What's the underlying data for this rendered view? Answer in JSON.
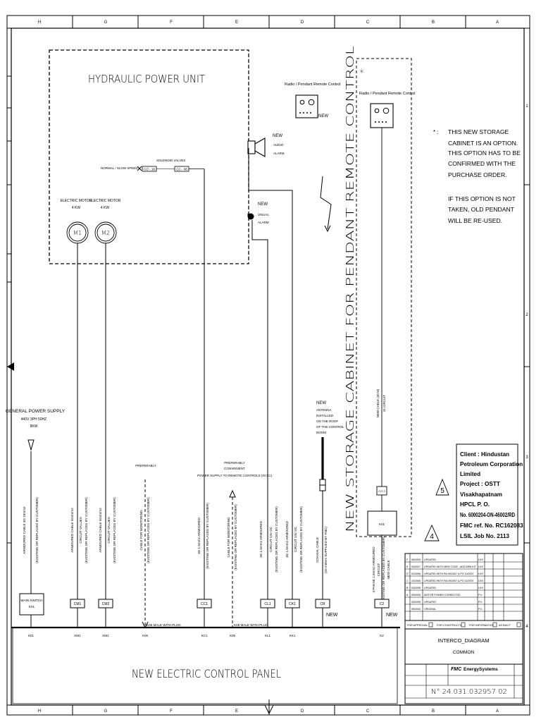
{
  "border": {
    "top_zones": [
      "H",
      "G",
      "F",
      "E",
      "D",
      "C",
      "B",
      "A"
    ],
    "bottom_zones": [
      "H",
      "G",
      "F",
      "E",
      "D",
      "C",
      "B",
      "A"
    ],
    "right_rows": [
      "1",
      "2",
      "3",
      "4"
    ]
  },
  "hpu": {
    "title": "HYDRAULIC POWER UNIT",
    "solenoid_label": "SOLENOID VALVES",
    "speed_label": "NORMAL / SLOW SPEED",
    "valve1": "CO - 18",
    "valve2": "CC - 08",
    "motor1_label": "ELECTRIC MOTOR",
    "motor1_kw": "4 KW",
    "motor1_id": "M1",
    "motor2_label": "ELECTRIC MOTOR",
    "motor2_kw": "4 KW",
    "motor2_id": "M2"
  },
  "alarms": {
    "audio_new": "NEW",
    "audio_line1": "AUDIO",
    "audio_line2": "ALARM",
    "visual_new": "NEW",
    "visual_line1": "VISUAL",
    "visual_line2": "ALARM"
  },
  "remote1": {
    "label": "Radio / Pendant Remote Control",
    "new": "NEW"
  },
  "cabinet": {
    "vertical_title": "NEW STORAGE CABINET FOR PENDANT REMOTE CONTROL",
    "remote_label": "Radio / Pendant Remote Control",
    "asterisk": "*",
    "cable_note_line1": "NEW CABLE (40 M)",
    "cable_note_line2": "15 CIRCUIT",
    "plug_co": "CO 2",
    "box_label": "K01",
    "bottom_terminal": "C2"
  },
  "note": {
    "marker": "* :",
    "lines": [
      "THIS NEW STORAGE",
      "CABINET IS AN OPTION.",
      "THIS OPTION HAS TO BE",
      "CONFIRMED WITH THE",
      "PURCHASE ORDER.",
      "",
      "IF THIS OPTION IS NOT",
      "TAKEN, OLD PENDANT",
      "WILL BE RE-USED."
    ]
  },
  "client": {
    "lines": [
      "Client : Hindustan",
      "Petroleum Corporation",
      "Limited",
      "Project : OSTT",
      "Visakhapatnam",
      "HPCL P. O.",
      "No. 6000204-ON-46002/RD",
      "FMC ref. No. RC162083",
      "LSIL Job No. 2113"
    ]
  },
  "revision_marks": [
    "5",
    "4"
  ],
  "power_supply": {
    "line1": "GENERAL POWER SUPPLY",
    "line2": "440V 3PH 50HZ",
    "line3": "8KW"
  },
  "antenna": {
    "lines": [
      "NEW",
      "ANTENNA",
      "INSTALLED",
      "ON THE ROOF",
      "OF THE CONTROL",
      "ROOM"
    ]
  },
  "cable_notes": {
    "main": [
      "ARMOURED CABLE 4G 10mm2",
      "(EXISTING OR REPLACED BY CUSTOMER)"
    ],
    "m1": [
      "ARMOURED CABLE 4G4mm2",
      "CIRCUIT VALUES",
      "(EXISTING OR REPLACED BY CUSTOMER)"
    ],
    "m2": [
      "ARMOURED CABLE 4G4mm2",
      "CIRCUIT VALUES",
      "(EXISTING OR REPLACED BY CUSTOMER)"
    ],
    "free": [
      "PREFERABLY",
      "CABLE FOR MONITORING",
      "(EXISTING OR REPLACED BY CUSTOMER)"
    ],
    "cc1": [
      "3G 1.5mm2 ARMOURED",
      "(EXISTING OR REPLACED BY CUSTOMER)"
    ],
    "pwr": [
      "PREFERABLY",
      "CONVENIENT",
      "POWER SUPPLY TO REMOTE CONTROLS (IN CC)"
    ],
    "pwr_rot": [
      "CABLE FOR MONITORING",
      "(EXISTING OR REPLACED BY CUSTOMER)"
    ],
    "cl1": [
      "3G 1.5mm2 ARMOURED",
      "CIRCUIT 24V DC",
      "(EXISTING OR REPLACED BY CUSTOMER)"
    ],
    "ck1": [
      "3G 1.5mm2 ARMOURED",
      "CIRCUIT 24V DC",
      "(EXISTING OR REPLACED BY CUSTOMER)"
    ],
    "coax": [
      "COAXIAL CABLE",
      "(20 meters SUPPLIED BY FMC)"
    ],
    "c2": [
      "3 PHASE 1.5mm2 ARMOURED",
      "CIRCUIT",
      "(EXISTING OR REPLACED BY CUSTOMER)"
    ],
    "c2_new": [
      "NEW CABLE",
      "(EXISTING OR REPLACED BY CUSTOMER)"
    ]
  },
  "free_labels": {
    "preferably": "PREFERABLY",
    "power_note_1": "PREFERABLY",
    "power_note_2": "CONVENIENT",
    "power_note_3": "POWER SUPPLY TO REMOTE CONTROLS (IN CC)"
  },
  "terminals": {
    "main_switch": [
      "MAIN SWITCH",
      "K01"
    ],
    "cm1": "CM1",
    "cm2": "CM2",
    "cc1": "CC1",
    "cl1": "CL1",
    "ck1": "CK1",
    "cr": "CR",
    "c2": "C2",
    "new_cr": "NEW",
    "new_c2": "NEW",
    "plug1": "K05 MALE WITH PLUG",
    "plug2": "K05 MALE WITH PLUG"
  },
  "panel": {
    "title": "NEW ELECTRIC CONTROL PANEL",
    "codes": [
      "K01",
      "KM1",
      "KM2",
      "K05",
      "KC1",
      "K05",
      "KL1",
      "KK1",
      "K2"
    ]
  },
  "title_block": {
    "rev_rows": [
      {
        "rev": "F",
        "date": "06/2009",
        "text": "UPDATED",
        "by": "LKS"
      },
      {
        "rev": "E",
        "date": "03/2007",
        "text": "UPDATED WITH NEW CODE - ADD ARM KIT",
        "by": "LKS"
      },
      {
        "rev": "D",
        "date": "02/2006",
        "text": "UPDATED WITH RA 09/2007 & PO 10/2007",
        "by": "LKS"
      },
      {
        "rev": "C",
        "date": "10/2006",
        "text": "UPDATED WITH RA 09/2007 & PO 10/2007",
        "by": "LKS"
      },
      {
        "rev": "B",
        "date": "03/2006",
        "text": "UPDATED",
        "by": "LKS"
      },
      {
        "rev": "A",
        "date": "09/2005",
        "text": "MOTOR POWER CORRECTED",
        "by": "P.V."
      },
      {
        "rev": "",
        "date": "09/2005",
        "text": "UPDATED",
        "by": "P.V."
      },
      {
        "rev": "",
        "date": "09/2004",
        "text": "ORIGINAL",
        "by": "P.V."
      }
    ],
    "checks": [
      "FOR APPROVAL",
      "FOR CONSTRUCTION",
      "FOR INFORMATION",
      "AS BUILT"
    ],
    "drawing_title": "INTERCO_DIAGRAM",
    "drawing_subtitle": "COMMON",
    "logo_fmc": "FMC",
    "logo_company": "EnergySystems",
    "doc_no": "N° 24.031.032957 02"
  }
}
